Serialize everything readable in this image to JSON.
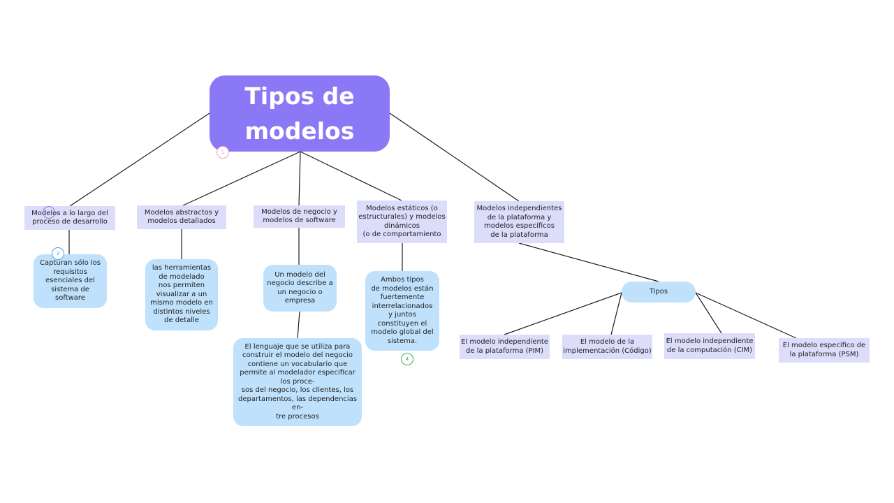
{
  "root": {
    "title": "Tipos de\nmodelos"
  },
  "categories": [
    {
      "label": "Modelos a lo largo del\nproceso de desarrollo"
    },
    {
      "label": "Modelos abstractos y\nmodelos detallados"
    },
    {
      "label": "Modelos de negocio y\nmodelos de software"
    },
    {
      "label": "Modelos estáticos (o\nestructurales) y modelos\ndinámicos\n(o de comportamiento"
    },
    {
      "label": "Modelos independientes\nde la plataforma y\nmodelos específicos\nde la plataforma"
    }
  ],
  "details": [
    {
      "text": "Capturan sólo los\nrequisitos\nesenciales del\nsistema de\nsoftware"
    },
    {
      "text": "las herramientas\nde modelado\nnos permiten\nvisualizar a un\nmismo modelo en\ndistintos niveles\nde detalle"
    },
    {
      "text": "Un modelo del\nnegocio describe a\nun negocio o\nempresa"
    },
    {
      "text": "El lenguaje que se utiliza para\nconstruir el modelo del negocio\ncontiene un vocabulario que\npermite al modelador especificar\nlos proce-\nsos del negocio, los clientes, los\ndepartamentos, las dependencias\nen-\ntre procesos"
    },
    {
      "text": "Ambos tipos\nde modelos están\nfuertemente\ninterrelacionados\ny juntos\nconstituyen el\nmodelo global del\nsistema."
    }
  ],
  "tipos": {
    "label": "Tipos"
  },
  "subtypes": [
    {
      "label": "El modelo independiente\nde la plataforma (PIM)"
    },
    {
      "label": "El modelo de la\nimplementación (Código)"
    },
    {
      "label": "El modelo independiente\nde la computación (CIM)"
    },
    {
      "label": "El modelo específico de\nla plataforma (PSM)"
    }
  ],
  "markers": [
    {
      "label": "1",
      "color": "#f2a0b4"
    },
    {
      "label": "2",
      "color": "#8b78f6"
    },
    {
      "label": "3",
      "color": "#4aa3e8"
    },
    {
      "label": "4",
      "color": "#3fae55"
    }
  ],
  "colors": {
    "root": "#8b78f6",
    "category": "#dcdcfb",
    "leaf": "#bfe1fb",
    "line": "#1a1a1a"
  }
}
